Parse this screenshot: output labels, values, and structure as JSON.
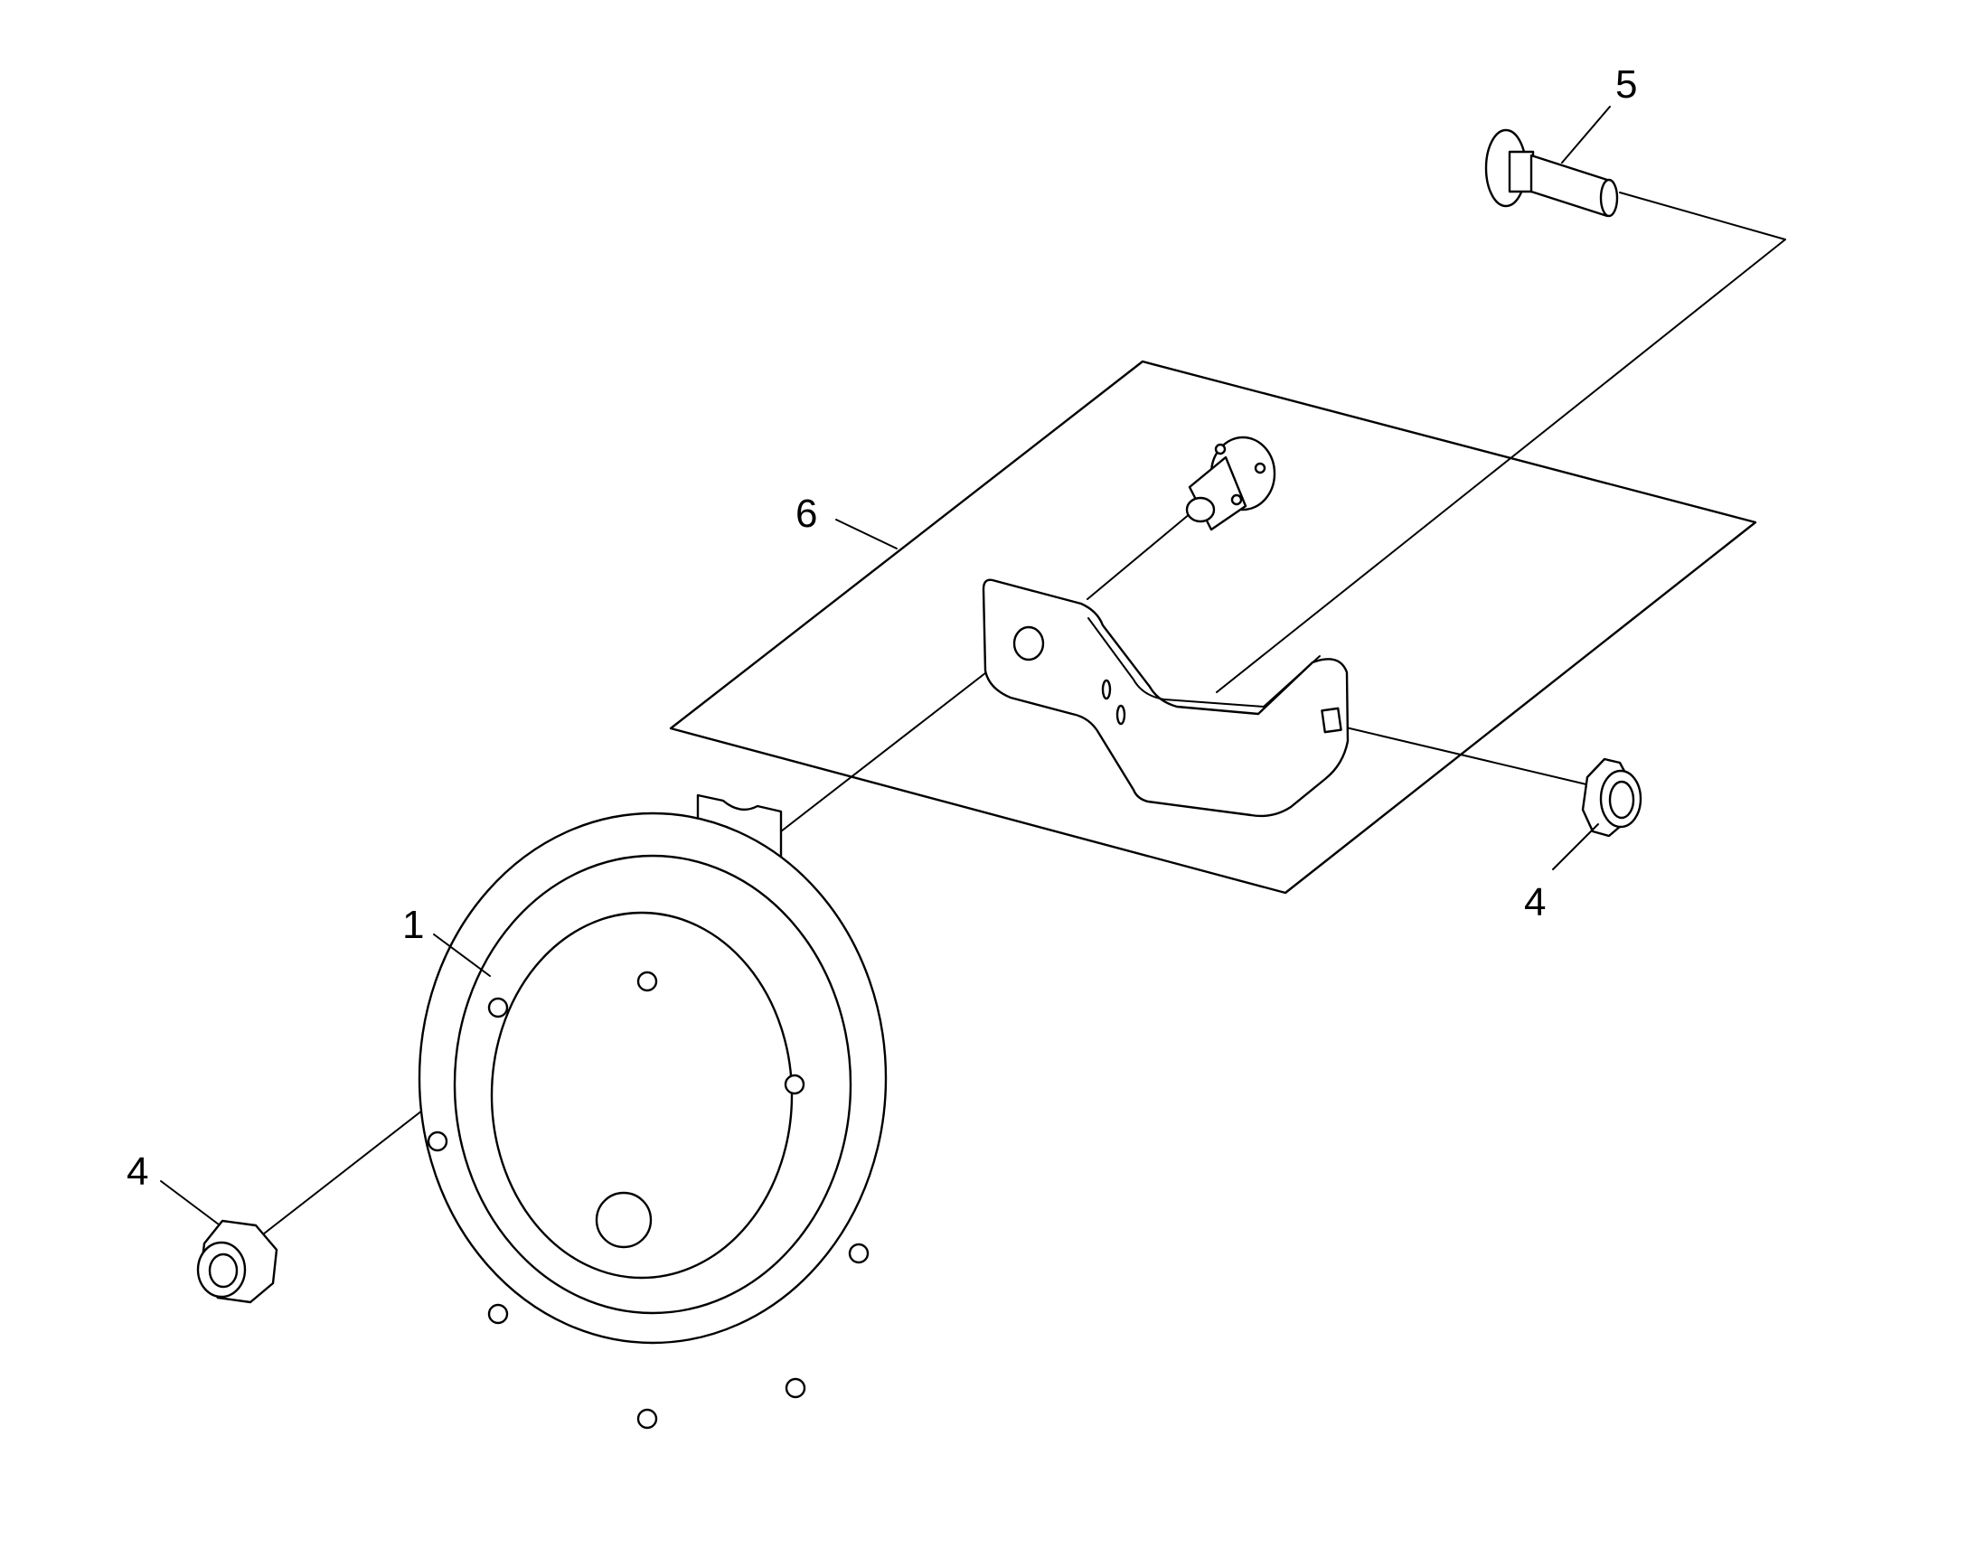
{
  "diagram": {
    "callouts": [
      "1",
      "4",
      "4",
      "5",
      "6"
    ],
    "parts": [
      "horn",
      "hex-lock-nut",
      "hex-lock-nut",
      "carriage-bolt",
      "bracket-assembly"
    ]
  }
}
